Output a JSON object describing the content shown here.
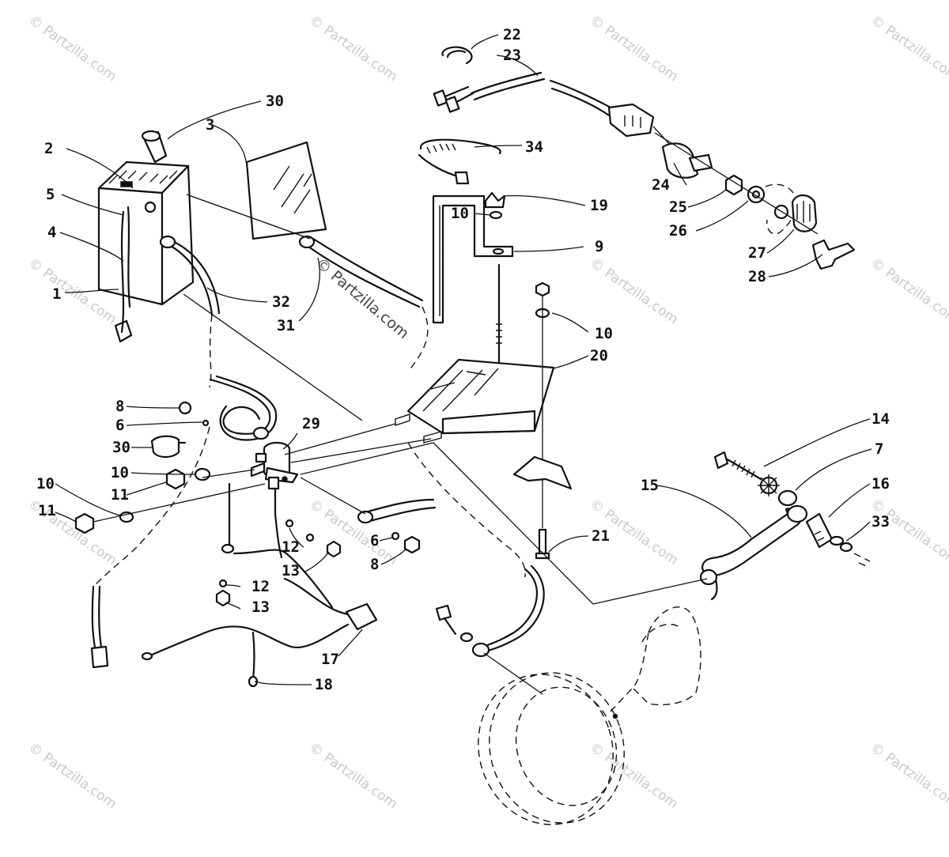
{
  "watermark": {
    "text": "© Partzilla.com",
    "center_text": "© Partzilla.com"
  },
  "callouts": {
    "c1": "1",
    "c2": "2",
    "c3": "3",
    "c4": "4",
    "c5": "5",
    "c6a": "6",
    "c6b": "6",
    "c7": "7",
    "c8a": "8",
    "c8b": "8",
    "c9": "9",
    "c10a": "10",
    "c10b": "10",
    "c10c": "10",
    "c10d": "10",
    "c11a": "11",
    "c11b": "11",
    "c12a": "12",
    "c12b": "12",
    "c13a": "13",
    "c13b": "13",
    "c14": "14",
    "c15": "15",
    "c16": "16",
    "c17": "17",
    "c18": "18",
    "c19": "19",
    "c20": "20",
    "c21": "21",
    "c22": "22",
    "c23": "23",
    "c24": "24",
    "c25": "25",
    "c26": "26",
    "c27": "27",
    "c28": "28",
    "c29": "29",
    "c30a": "30",
    "c30b": "30",
    "c31": "31",
    "c32": "32",
    "c33": "33",
    "c34": "34"
  }
}
